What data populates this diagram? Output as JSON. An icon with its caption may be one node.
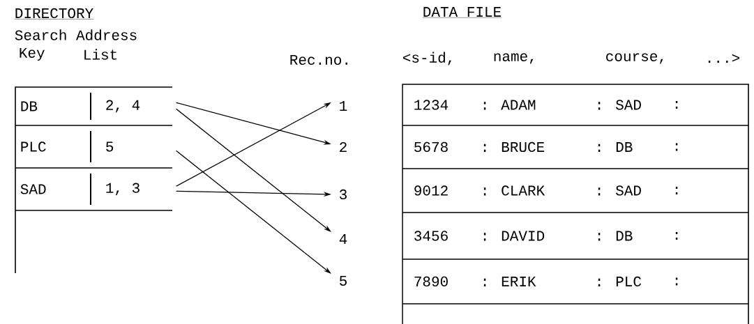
{
  "diagram": {
    "nodes": [
      {
        "text": [],
        "shape": "box"
      },
      {
        "text": [
          "DB",
          "2, 4"
        ],
        "in": 0
      },
      {
        "text": [
          "PLC",
          "5"
        ],
        "in": 0
      },
      {
        "text": [
          "SAD",
          "1, 3"
        ],
        "in": 0
      },
      {
        "text": [
          "1"
        ]
      },
      {
        "text": [
          "2"
        ]
      },
      {
        "text": [
          "3"
        ]
      },
      {
        "text": [
          "4"
        ]
      },
      {
        "text": [
          "5"
        ]
      },
      {
        "text": [],
        "shape": "box"
      },
      {
        "text": [
          "1234",
          ": ADAM",
          ": SAD",
          ":"
        ],
        "in": 9
      },
      {
        "text": [
          "5678",
          ": BRUCE",
          ": DB",
          ":"
        ],
        "in": 9
      },
      {
        "text": [
          "9012",
          ": CLARK",
          ": SAD",
          ":"
        ],
        "in": 9
      },
      {
        "text": [
          "3456",
          ": DAVID",
          ": DB",
          ":"
        ],
        "in": 9
      },
      {
        "text": [
          "7890",
          ": ERIK",
          ": PLC",
          ":"
        ],
        "in": 9
      }
    ],
    "edges": [
      {
        "from": 1,
        "to": 5,
        "arrow": "to"
      },
      {
        "from": 1,
        "to": 7,
        "arrow": "to"
      },
      {
        "from": 2,
        "to": 8,
        "arrow": "to"
      },
      {
        "from": 3,
        "to": 4,
        "arrow": "to"
      },
      {
        "from": 3,
        "to": 6,
        "arrow": "to"
      }
    ],
    "labels": [
      "DIRECTORY",
      "DATA FILE",
      "Search Address",
      "Key",
      "List",
      "Rec.no.",
      "<s-id,",
      "name,",
      "course,",
      "...>"
    ]
  }
}
